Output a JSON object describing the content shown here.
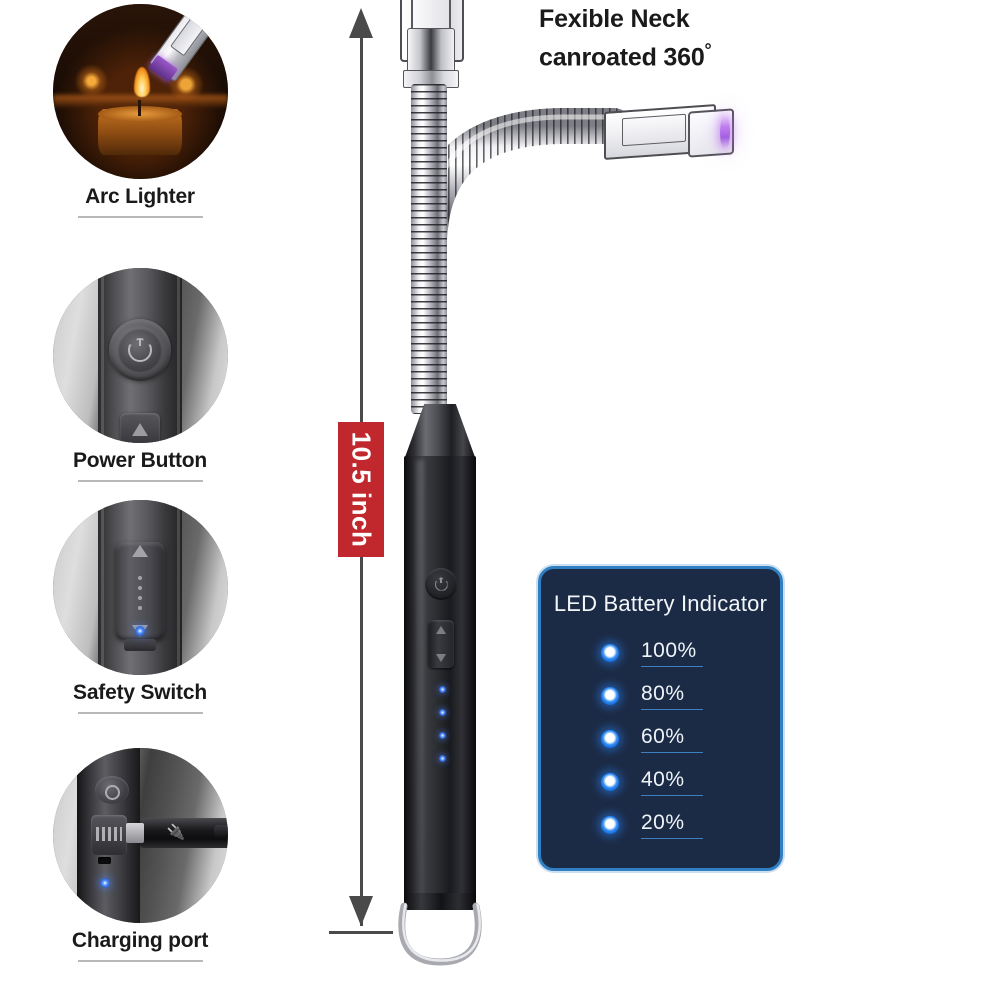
{
  "features": [
    {
      "id": "arc-lighter",
      "label": "Arc Lighter"
    },
    {
      "id": "power-button",
      "label": "Power Button"
    },
    {
      "id": "safety-switch",
      "label": "Safety Switch"
    },
    {
      "id": "charging-port",
      "label": "Charging port"
    }
  ],
  "dimension": {
    "value": "10.5 inch",
    "icon": "double-arrow-vertical"
  },
  "neck_callout": {
    "line1": "Fexible Neck",
    "line2": "canroated 360",
    "degree": "°"
  },
  "led_panel": {
    "title": "LED Battery Indicator",
    "levels": [
      "100%",
      "80%",
      "60%",
      "40%",
      "20%"
    ]
  },
  "colors": {
    "accent_red": "#c0282d",
    "panel_bg": "#1c2b45",
    "panel_border": "#2f7fc2",
    "led_blue": "#2f8cf5",
    "arc_purple": "#b873ee",
    "text_dark": "#1a1a1a",
    "rule_gray": "#b9b9b9",
    "arrow_gray": "#4a4a4a"
  }
}
